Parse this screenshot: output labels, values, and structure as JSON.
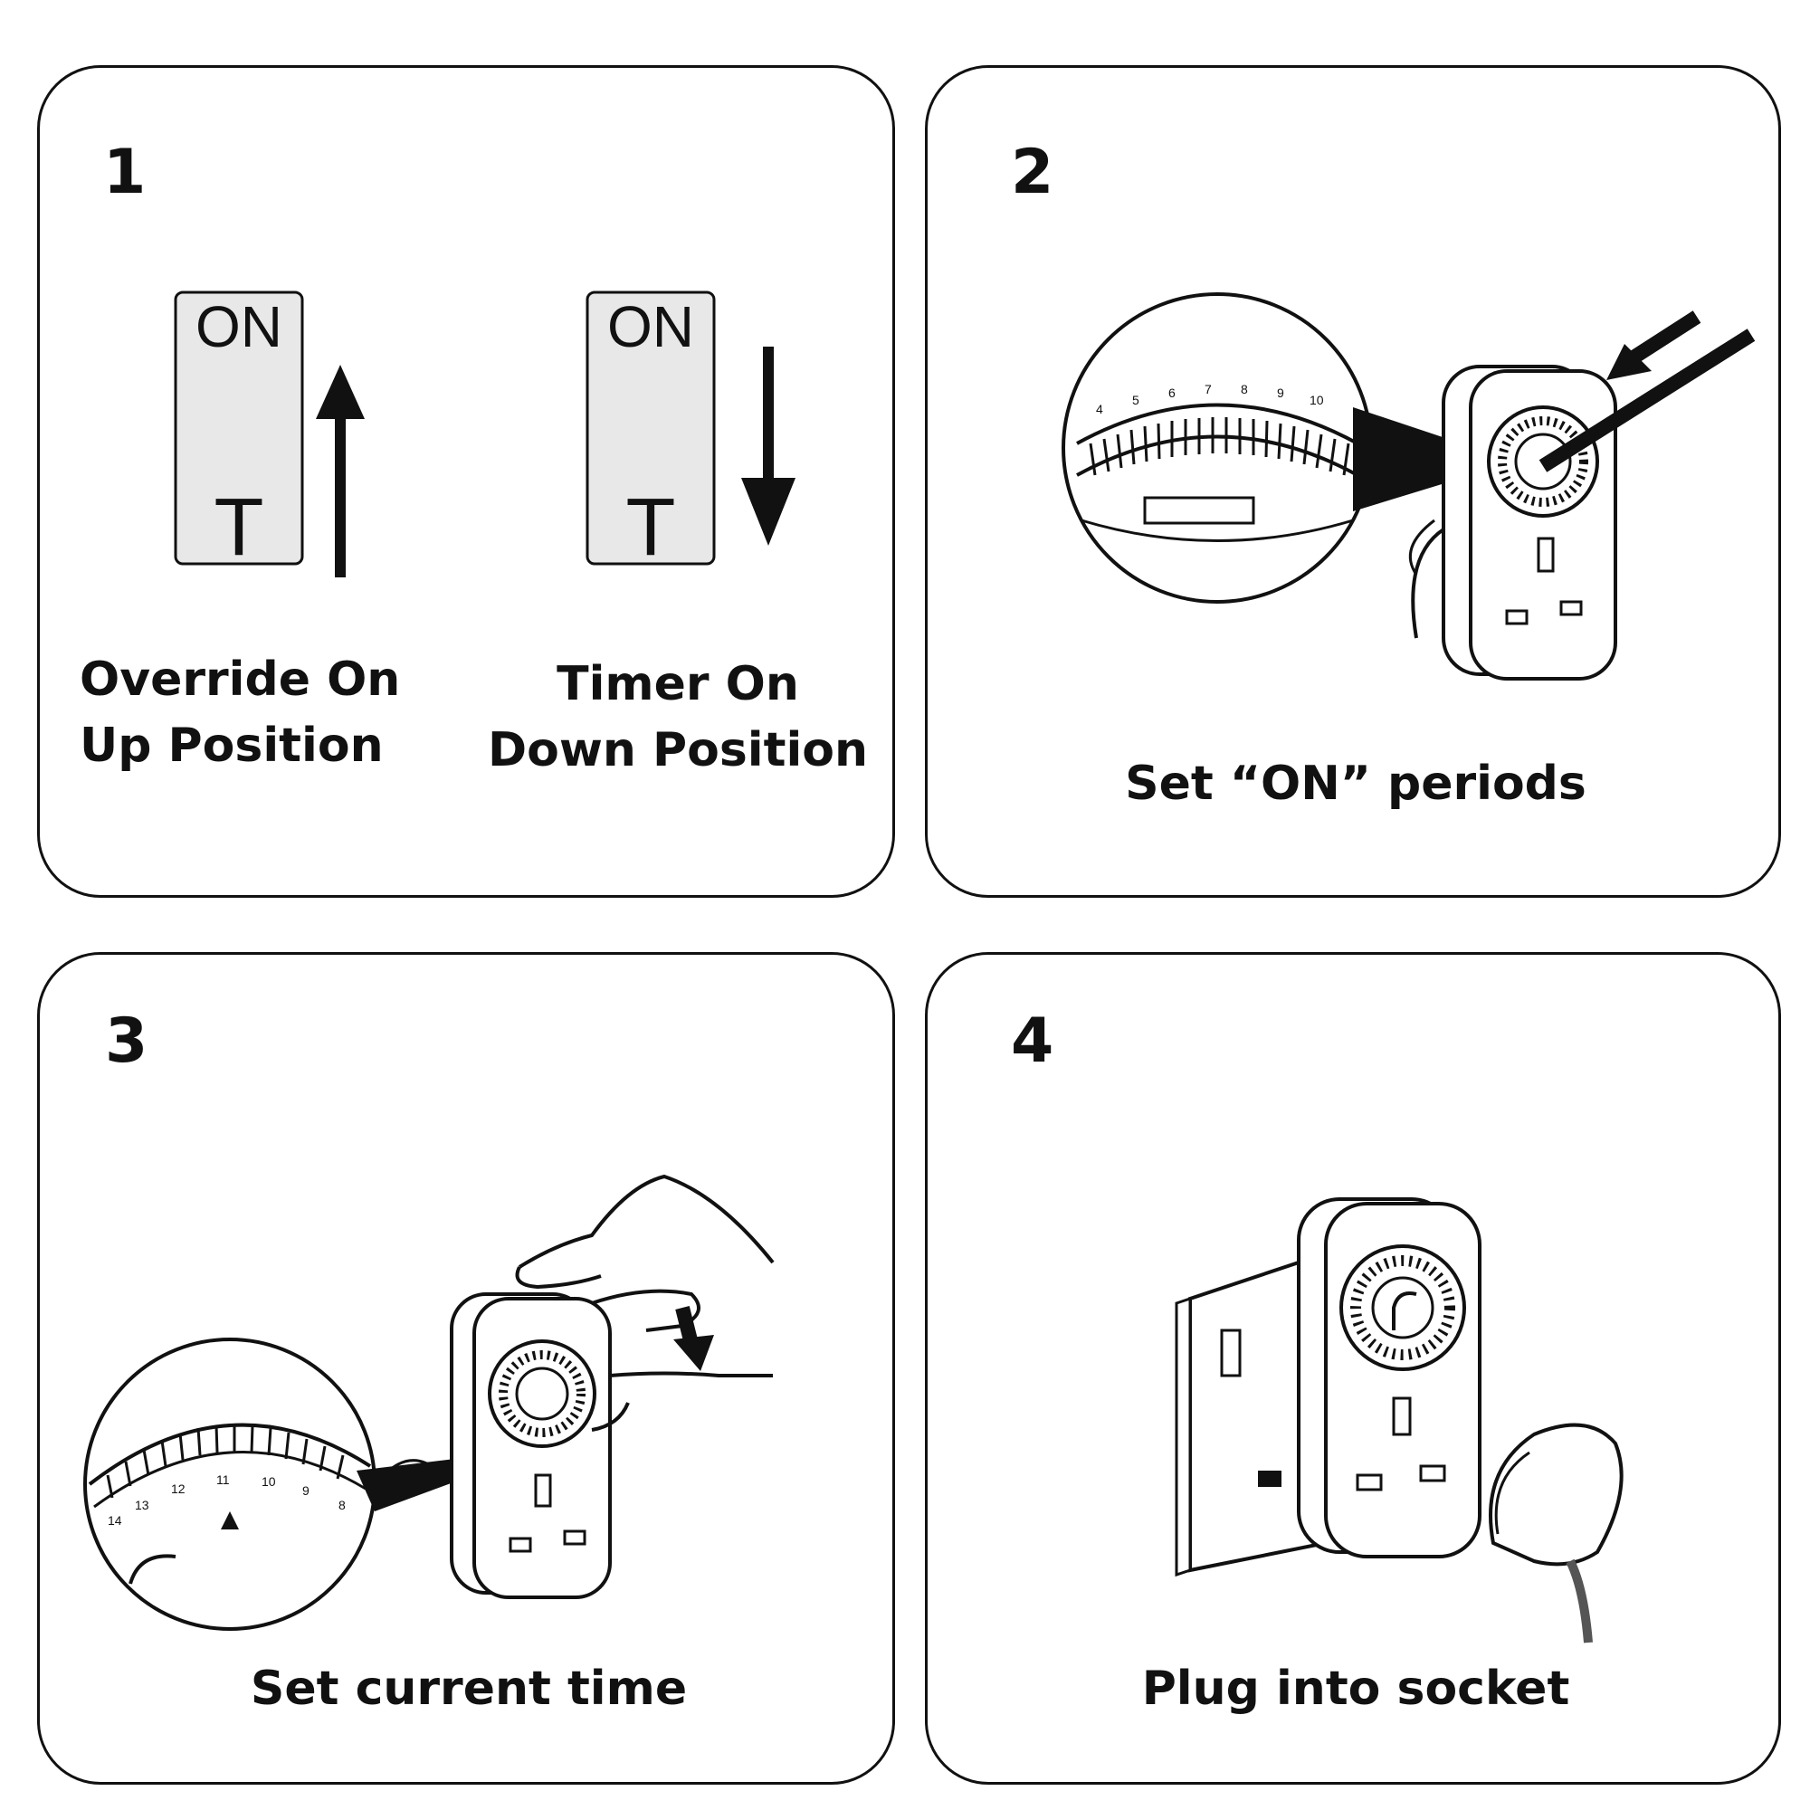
{
  "steps": [
    {
      "number": "1",
      "switches": [
        {
          "top_label": "ON",
          "bottom_label": "T",
          "arrow": "up",
          "caption_line1": "Override On",
          "caption_line2": "Up Position"
        },
        {
          "top_label": "ON",
          "bottom_label": "T",
          "arrow": "down",
          "caption_line1": "Timer On",
          "caption_line2": "Down Position"
        }
      ]
    },
    {
      "number": "2",
      "caption": "Set “ON” periods",
      "dial_ticks": [
        "4",
        "5",
        "6",
        "7",
        "8",
        "9",
        "10"
      ]
    },
    {
      "number": "3",
      "caption": "Set current time",
      "dial_ticks": [
        "14",
        "13",
        "12",
        "11",
        "10",
        "9",
        "8"
      ]
    },
    {
      "number": "4",
      "caption": "Plug into socket"
    }
  ],
  "colors": {
    "stroke": "#111111",
    "switch_fill": "#e8e8e8",
    "background": "#ffffff"
  }
}
